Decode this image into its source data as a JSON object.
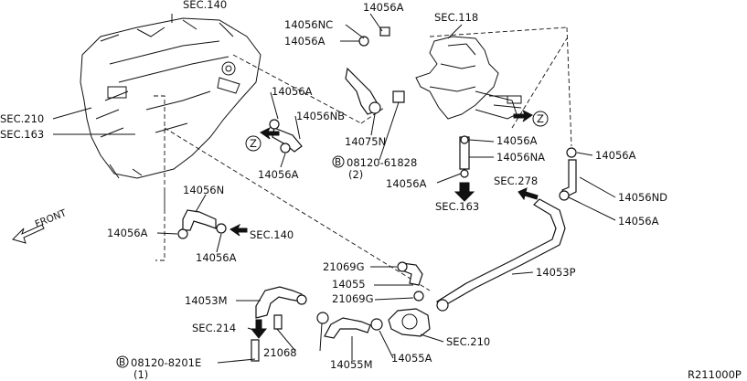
{
  "diagram_id": "R211000P",
  "labels": {
    "sec140_top": "SEC.140",
    "p14056A_top": "14056A",
    "sec118": "SEC.118",
    "p14056NC": "14056NC",
    "p14056A_upper": "14056A",
    "sec210_left": "SEC.210",
    "sec163_left": "SEC.163",
    "p14056A_mid": "14056A",
    "p14056NB": "14056NB",
    "z_left": "Z",
    "p14056A_midlow": "14056A",
    "p14075N": "14075N",
    "bolt_code": "08120-61828",
    "bolt_qty": "(2)",
    "p14056A_right1": "14056A",
    "p14056NA": "14056NA",
    "p14056A_right2": "14056A",
    "sec163_right": "SEC.163",
    "z_right": "Z",
    "p14056A_far": "14056A",
    "sec278": "SEC.278",
    "p14056ND": "14056ND",
    "p14056A_far2": "14056A",
    "front": "FRONT",
    "p14056N": "14056N",
    "p14056A_left": "14056A",
    "sec140_mid": "SEC.140",
    "p14056A_left2": "14056A",
    "p21069G_1": "21069G",
    "p14053P": "14053P",
    "p14055": "14055",
    "p21069G_2": "21069G",
    "p14053M": "14053M",
    "sec214": "SEC.214",
    "p21068": "21068",
    "p14055M": "14055M",
    "p14055A": "14055A",
    "sec210_right": "SEC.210",
    "bolt2_code": "08120-8201E",
    "bolt2_qty": "(1)",
    "b_marker": "B"
  }
}
